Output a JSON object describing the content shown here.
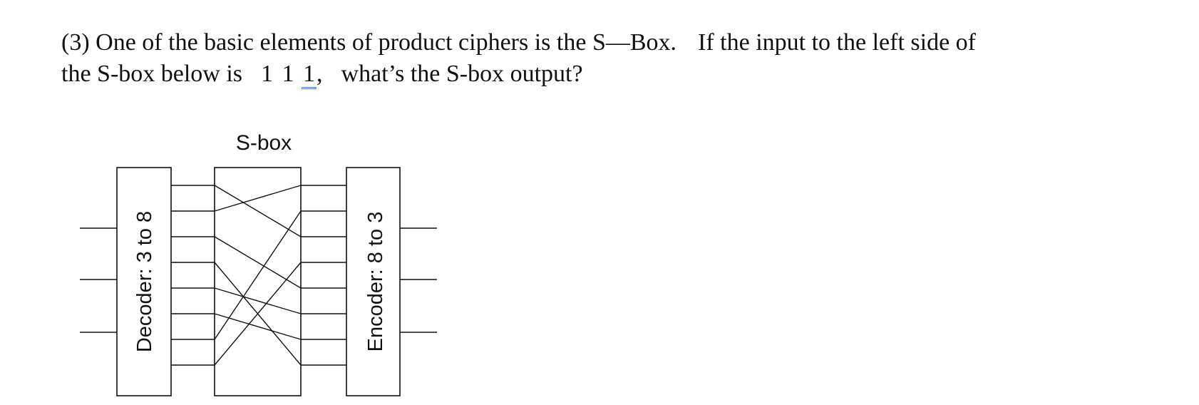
{
  "question": {
    "number": "(3)",
    "line1_a": "One of the basic elements of product ciphers is the S—Box.",
    "line1_b": "If the input to the left side of",
    "line2_a": "the S-box below is",
    "input_prefix": "1 1",
    "input_last": "1",
    "line2_comma": ",",
    "line2_b": "what’s the S-box output?"
  },
  "diagram": {
    "title": "S-box",
    "decoder_label": "Decoder: 3 to 8",
    "encoder_label": "Encoder: 8 to 3",
    "inputs": 3,
    "outputs": 3,
    "lines": 8,
    "permutation": [
      2,
      0,
      4,
      7,
      5,
      6,
      1,
      3
    ]
  }
}
